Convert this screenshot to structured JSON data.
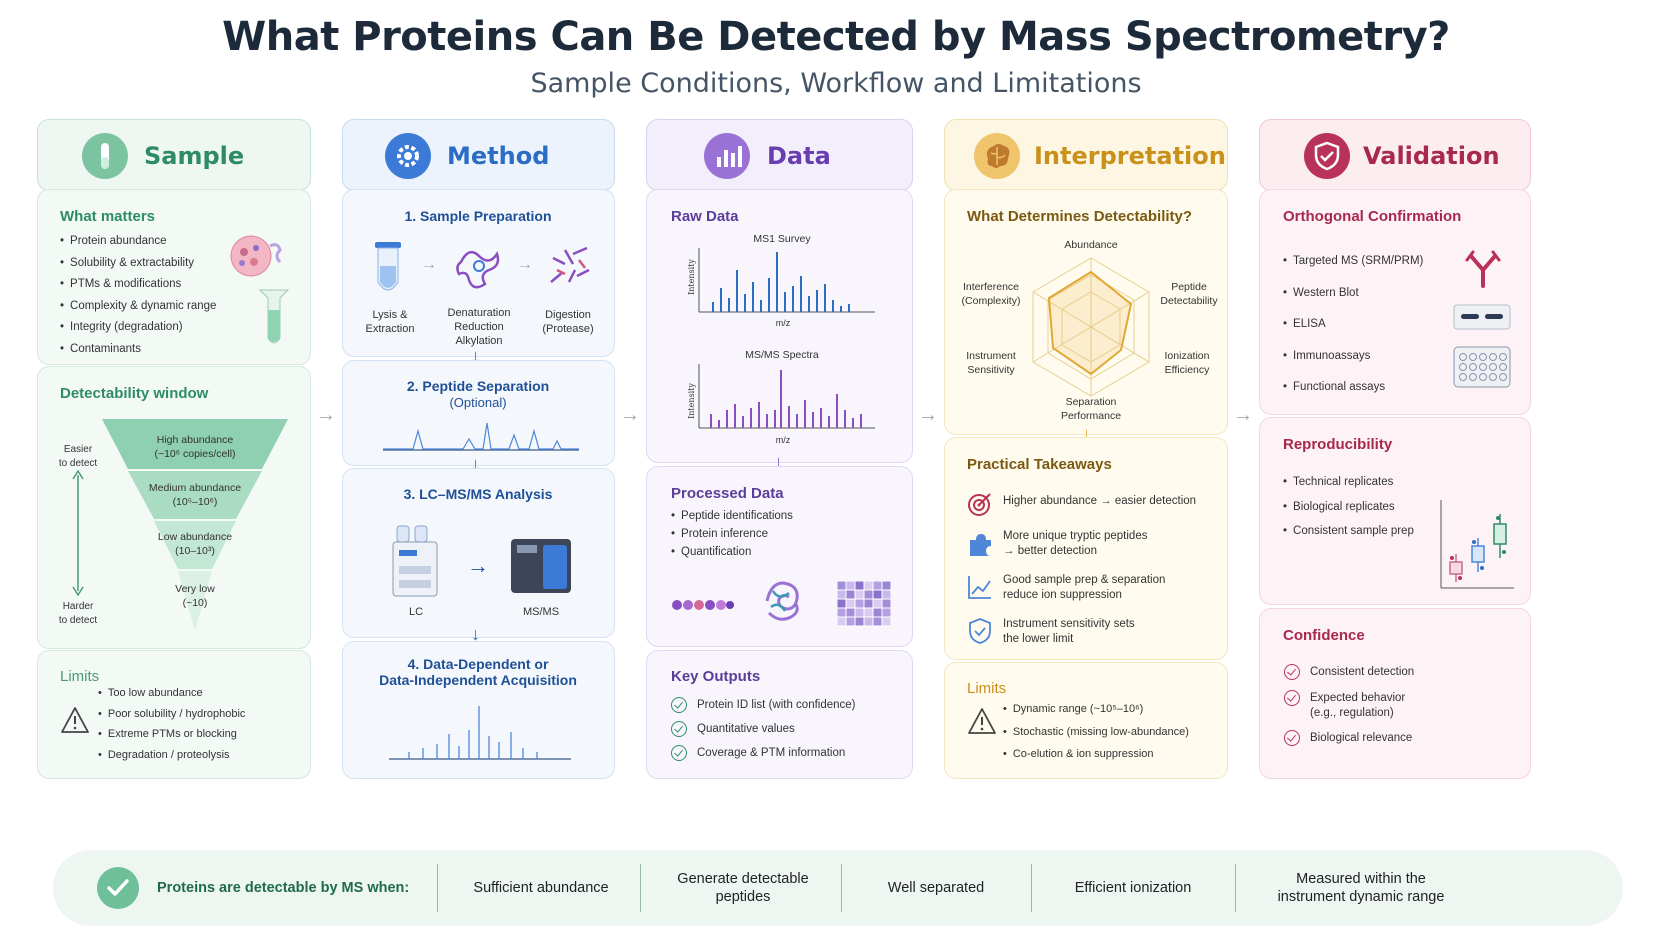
{
  "title": "What Proteins Can Be Detected by Mass Spectrometry?",
  "subtitle": "Sample Conditions, Workflow and Limitations",
  "colors": {
    "sample": "#2e8b68",
    "method": "#2b6cc4",
    "data": "#7a4ec0",
    "interp": "#d09a1a",
    "valid": "#b8325a"
  },
  "sample": {
    "header": "Sample",
    "matters": {
      "title": "What matters",
      "items": [
        "Protein abundance",
        "Solubility & extractability",
        "PTMs & modifications",
        "Complexity & dynamic range",
        "Integrity (degradation)",
        "Contaminants"
      ]
    },
    "window": {
      "title": "Detectability window",
      "easier": "Easier\nto detect",
      "harder": "Harder\nto detect",
      "levels": [
        "High abundance\n(~10⁶ copies/cell)",
        "Medium abundance\n(10⁵–10⁶)",
        "Low abundance\n(10–10³)",
        "Very low\n(~10)"
      ]
    },
    "limits": {
      "title": "Limits",
      "items": [
        "Too low abundance",
        "Poor solubility / hydrophobic",
        "Extreme PTMs or blocking",
        "Degradation / proteolysis"
      ]
    }
  },
  "method": {
    "header": "Method",
    "step1": {
      "title": "1. Sample Preparation",
      "captions": [
        "Lysis &\nExtraction",
        "Denaturation\nReduction\nAlkylation",
        "Digestion\n(Protease)"
      ]
    },
    "step2": {
      "title": "2. Peptide Separation",
      "subtitle": "(Optional)"
    },
    "step3": {
      "title": "3. LC–MS/MS Analysis",
      "lc": "LC",
      "msms": "MS/MS"
    },
    "step4": {
      "title": "4. Data-Dependent or\nData-Independent Acquisition"
    }
  },
  "data": {
    "header": "Data",
    "raw": {
      "title": "Raw Data",
      "ms1": "MS1 Survey",
      "msms": "MS/MS Spectra",
      "ylabel": "Intensity",
      "xlabel": "m/z"
    },
    "processed": {
      "title": "Processed Data",
      "items": [
        "Peptide identifications",
        "Protein inference",
        "Quantification"
      ]
    },
    "outputs": {
      "title": "Key Outputs",
      "items": [
        "Protein ID list (with confidence)",
        "Quantitative values",
        "Coverage & PTM information"
      ]
    }
  },
  "interp": {
    "header": "Interpretation",
    "detect": {
      "title": "What Determines Detectability?",
      "axes": [
        "Abundance",
        "Peptide\nDetectability",
        "Ionization\nEfficiency",
        "Separation\nPerformance",
        "Instrument\nSensitivity",
        "Interference\n(Complexity)"
      ]
    },
    "takeaways": {
      "title": "Practical Takeaways",
      "items": [
        "Higher abundance → easier detection",
        "More unique tryptic peptides\n→ better detection",
        "Good sample prep & separation\nreduce ion suppression",
        "Instrument sensitivity sets\nthe lower limit"
      ]
    },
    "limits": {
      "title": "Limits",
      "items": [
        "Dynamic range (~10⁵–10⁶)",
        "Stochastic (missing low-abundance)",
        "Co-elution & ion suppression"
      ]
    }
  },
  "valid": {
    "header": "Validation",
    "ortho": {
      "title": "Orthogonal Confirmation",
      "items": [
        "Targeted MS (SRM/PRM)",
        "Western Blot",
        "ELISA",
        "Immunoassays",
        "Functional assays"
      ]
    },
    "repro": {
      "title": "Reproducibility",
      "items": [
        "Technical replicates",
        "Biological replicates",
        "Consistent sample prep"
      ]
    },
    "conf": {
      "title": "Confidence",
      "items": [
        "Consistent detection",
        "Expected behavior\n(e.g., regulation)",
        "Biological relevance"
      ]
    }
  },
  "footer": {
    "lead": "Proteins are detectable by MS when:",
    "items": [
      "Sufficient abundance",
      "Generate detectable\npeptides",
      "Well separated",
      "Efficient ionization",
      "Measured within the\ninstrument dynamic range"
    ]
  }
}
